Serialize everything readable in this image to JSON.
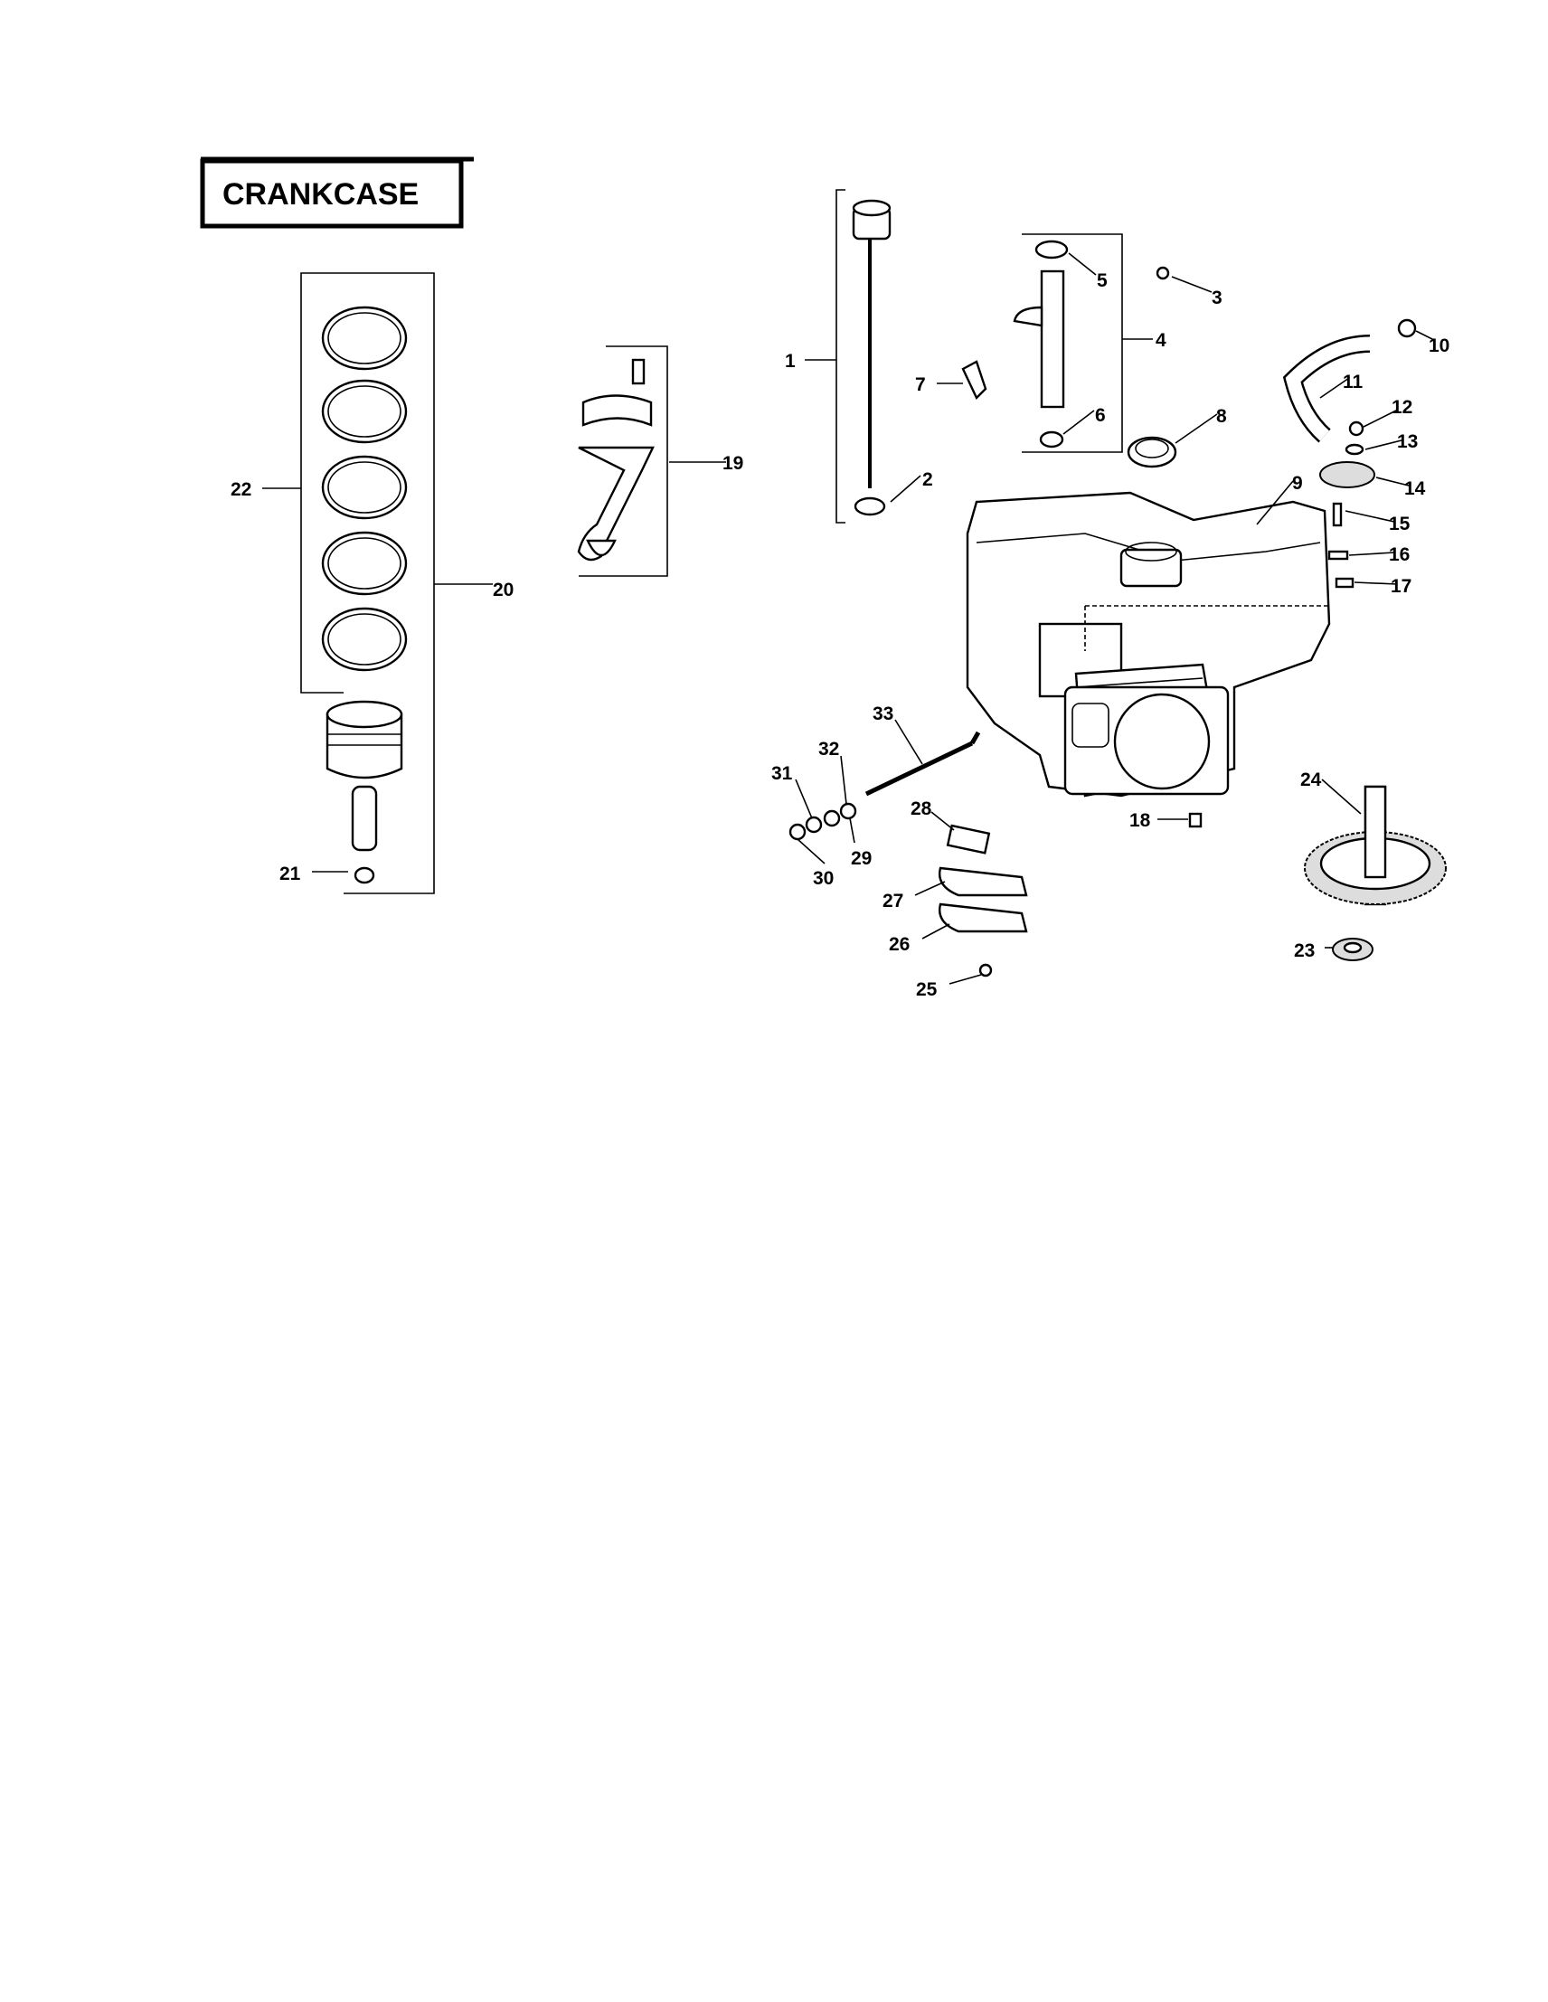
{
  "title": "CRANKCASE",
  "callouts": [
    "1",
    "2",
    "3",
    "4",
    "5",
    "6",
    "7",
    "8",
    "9",
    "10",
    "11",
    "12",
    "13",
    "14",
    "15",
    "16",
    "17",
    "18",
    "19",
    "20",
    "21",
    "22",
    "23",
    "24",
    "25",
    "26",
    "27",
    "28",
    "29",
    "30",
    "31",
    "32",
    "33"
  ]
}
